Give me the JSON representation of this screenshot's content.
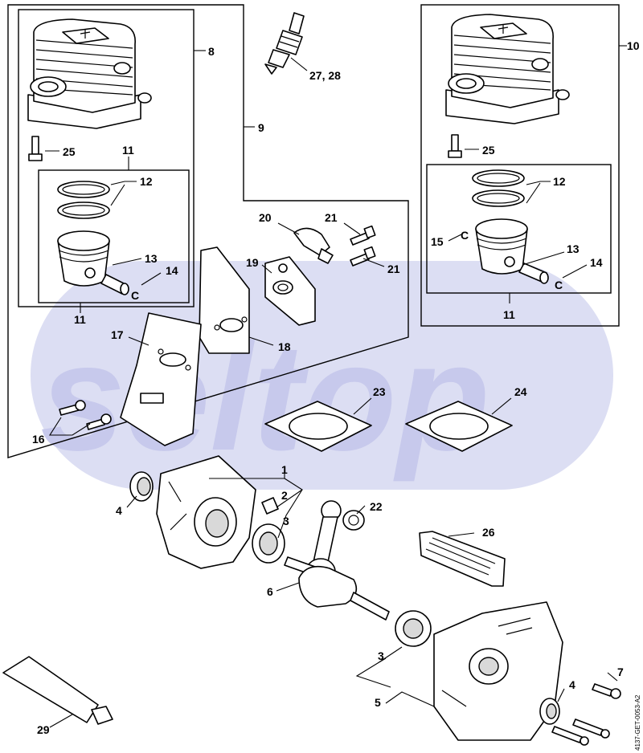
{
  "diagram": {
    "watermark": "seltop",
    "drawing_code": "4137-GET-0053-A2",
    "callouts": {
      "c1": "1",
      "c2": "2",
      "c3a": "3",
      "c3b": "3",
      "c4a": "4",
      "c4b": "4",
      "c5": "5",
      "c6": "6",
      "c7": "7",
      "c8": "8",
      "c9": "9",
      "c10": "10",
      "c11a": "11",
      "c11b": "11",
      "c11c": "11",
      "c12a": "12",
      "c12b": "12",
      "c13a": "13",
      "c13b": "13",
      "c14a": "14",
      "c14b": "14",
      "c15": "15",
      "c16": "16",
      "c17": "17",
      "c18": "18",
      "c19": "19",
      "c20": "20",
      "c21a": "21",
      "c21b": "21",
      "c22": "22",
      "c23": "23",
      "c24": "24",
      "c25a": "25",
      "c25b": "25",
      "c26": "26",
      "c2728": "27, 28",
      "c29": "29"
    },
    "colors": {
      "line": "#000000",
      "watermark": "#c7c9ec",
      "background": "#ffffff"
    }
  }
}
